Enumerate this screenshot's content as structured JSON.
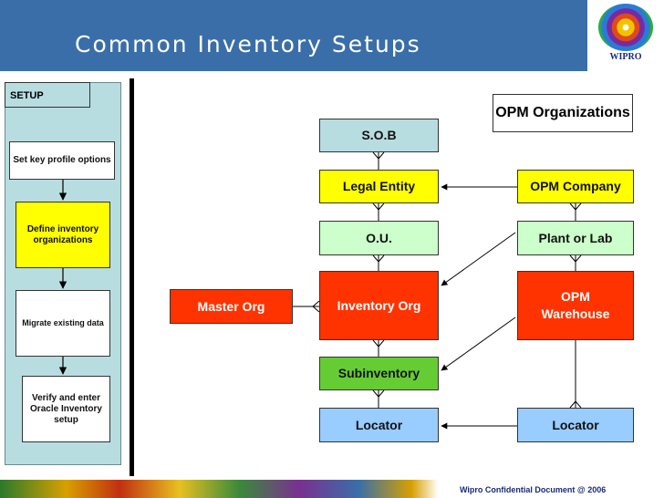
{
  "header": {
    "title": "Common Inventory Setups",
    "logo_text": "WIPRO"
  },
  "setup": {
    "tab_label": "SETUP",
    "steps": [
      "Set key profile options",
      "Define inventory organizations",
      "Migrate existing data",
      "Verify and enter Oracle Inventory setup"
    ]
  },
  "diagram": {
    "opm_title": "OPM Organizations",
    "master_org": "Master Org",
    "left_column": [
      "S.O.B",
      "Legal Entity",
      "O.U.",
      "Inventory Org",
      "Subinventory",
      "Locator"
    ],
    "right_column": [
      "OPM Company",
      "Plant or Lab",
      "OPM Warehouse",
      "Locator"
    ]
  },
  "colors": {
    "header": "#3a6ea8",
    "teal": "#b8dde0",
    "highlight": "#ffff00",
    "yellow": "#ffff00",
    "light_green": "#ccffcc",
    "red": "#ff3300",
    "green": "#66cc33",
    "blue": "#99ccff"
  },
  "footer": {
    "text": "Wipro Confidential Document @ 2006"
  }
}
